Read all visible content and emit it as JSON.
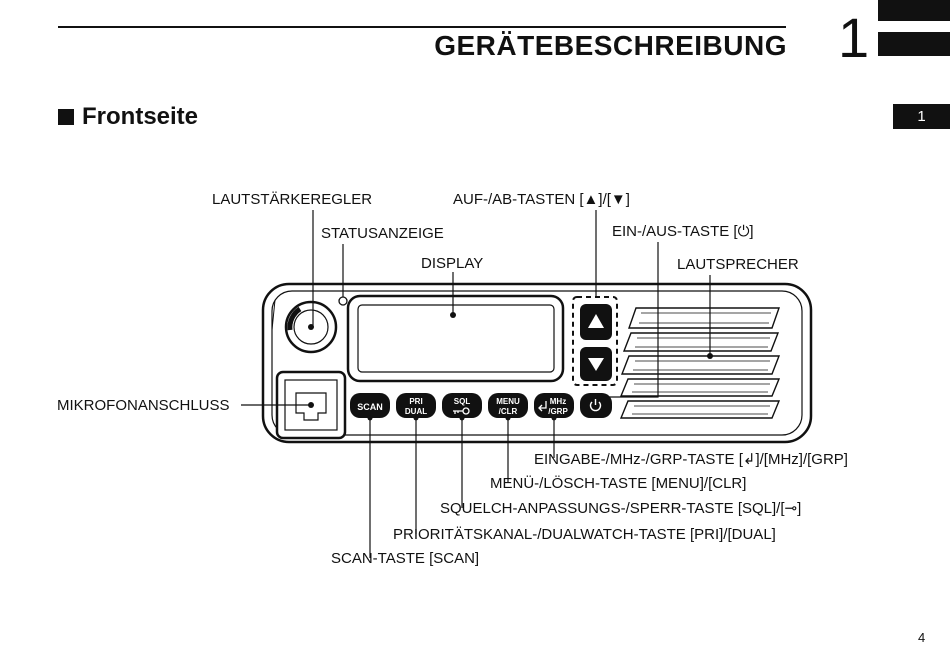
{
  "header": {
    "chapter_title": "GERÄTEBESCHREIBUNG",
    "chapter_number": "1",
    "side_tab": "1"
  },
  "section": {
    "title": "Frontseite"
  },
  "labels": {
    "lautstaerkeregler": "LAUTSTÄRKEREGLER",
    "statusanzeige": "STATUSANZEIGE",
    "display": "DISPLAY",
    "auf_ab": "AUF-/AB-TASTEN [▲]/[▼]",
    "ein_aus": "EIN-/AUS-TASTE [⏻]",
    "lautsprecher": "LAUTSPRECHER",
    "mikrofon": "MIKROFONANSCHLUSS",
    "eingabe": "EINGABE-/MHz-/GRP-TASTE [↲]/[MHz]/[GRP]",
    "menue": "MENÜ-/LÖSCH-TASTE [MENU]/[CLR]",
    "squelch": "SQUELCH-ANPASSUNGS-/SPERR-TASTE [SQL]/[⊸]",
    "prioritaet": "PRIORITÄTSKANAL-/DUALWATCH-TASTE [PRI]/[DUAL]",
    "scan": "SCAN-TASTE [SCAN]"
  },
  "buttons": {
    "scan": "SCAN",
    "pri_top": "PRI",
    "pri_bottom": "DUAL",
    "sql_top": "SQL",
    "menu_top": "MENU",
    "menu_bottom": "/CLR",
    "mhz_top": "MHz",
    "mhz_bottom": "/GRP"
  },
  "footer": {
    "page_number": "4"
  }
}
